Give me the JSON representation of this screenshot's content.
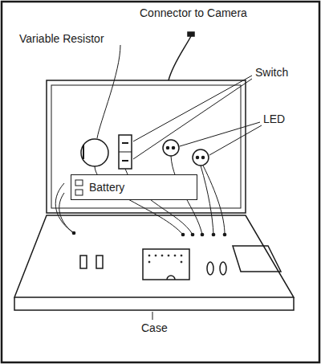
{
  "diagram": {
    "nodes": [
      {
        "text": [
          "Battery"
        ]
      }
    ],
    "labels": [
      "Connector to Camera",
      "Variable Resistor",
      "Switch",
      "LED",
      "Case"
    ]
  }
}
